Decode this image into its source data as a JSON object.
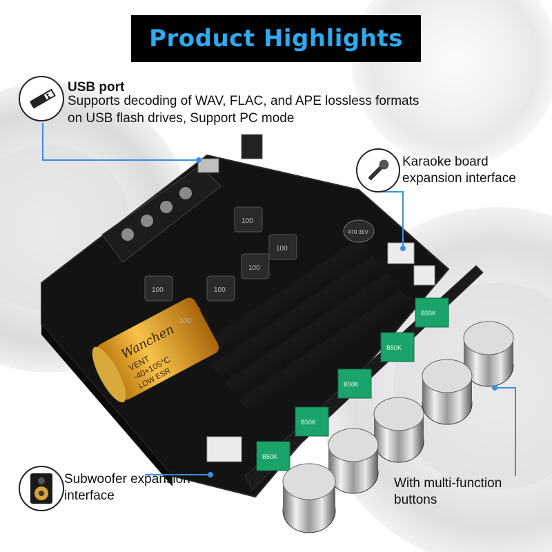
{
  "title": "Product Highlights",
  "callouts": {
    "usb": {
      "heading": "USB port",
      "description": "Supports decoding of WAV, FLAC, and APE lossless formats on USB flash drives, Support PC mode",
      "icon": "usb-plug-icon"
    },
    "karaoke": {
      "label": "Karaoke board expansion interface",
      "icon": "microphone-icon"
    },
    "subwoofer": {
      "label": "Subwoofer expansion interface",
      "icon": "speaker-icon"
    },
    "buttons": {
      "label": "With multi-function buttons"
    }
  },
  "board": {
    "capacitor_brand": "Wanchen",
    "capacitor_text": "VENT",
    "capacitor_rating": "-40+105°C",
    "capacitor_series": "LOW ESR",
    "inductor_label": "100",
    "pot_label": "B50K",
    "small_cap_label": "470 35V"
  },
  "colors": {
    "title_text": "#2eaaf0",
    "title_bg": "#000000",
    "callout_line": "#3a8ee0",
    "pcb": "#141414",
    "capacitor": "#e8a51c",
    "potentiometer": "#1aa36a"
  }
}
